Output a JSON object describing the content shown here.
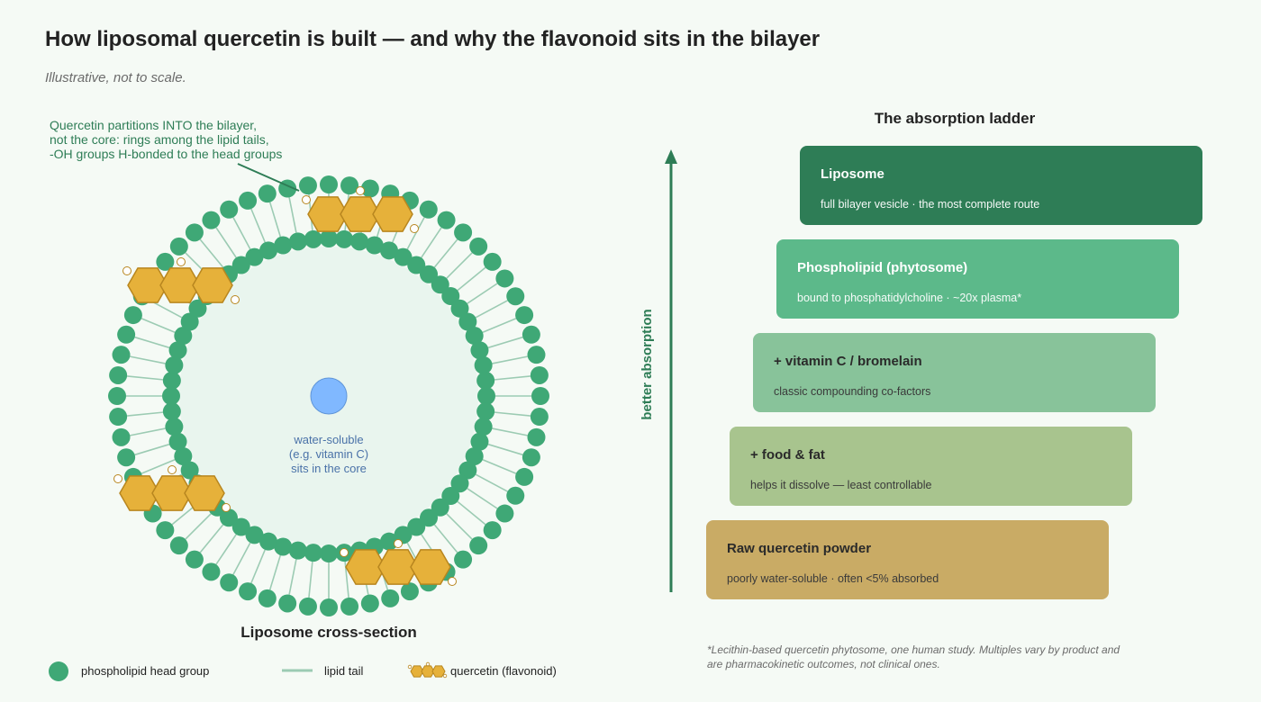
{
  "header": {
    "title": "How liposomal quercetin is built — and why the flavonoid sits in the bilayer",
    "subtitle": "Illustrative, not to scale."
  },
  "diagram": {
    "caption": "Liposome cross-section",
    "annotation_lines": [
      "Quercetin partitions INTO the bilayer,",
      "not the core: rings among the lipid tails,",
      "-OH groups H-bonded to the head groups"
    ],
    "core_label_lines": [
      "water-soluble",
      "(e.g. vitamin C)",
      "sits in the core"
    ],
    "colors": {
      "head": "#3fa876",
      "tail": "#9ccbb3",
      "core": "#e9f5ee",
      "water": "#80b8ff",
      "quercetin": "#e6b13a",
      "quercetin_stroke": "#b8861f",
      "accent": "#2e7d56",
      "core_text": "#4a72a8"
    }
  },
  "ladder": {
    "title": "The absorption ladder",
    "axis_label": "better absorption",
    "rungs": [
      {
        "name": "Liposome",
        "desc": "full bilayer vesicle · the most complete route",
        "color": "#2e7d56",
        "tone": "light"
      },
      {
        "name": "Phospholipid (phytosome)",
        "desc": "bound to phosphatidylcholine · ~20x plasma*",
        "color": "#5cb98a",
        "tone": "light"
      },
      {
        "name": "+ vitamin C / bromelain",
        "desc": "classic compounding co-factors",
        "color": "#88c39a",
        "tone": "dark"
      },
      {
        "name": "+ food & fat",
        "desc": "helps it dissolve — least controllable",
        "color": "#a8c48e",
        "tone": "dark"
      },
      {
        "name": "Raw quercetin powder",
        "desc": "poorly water-soluble · often <5% absorbed",
        "color": "#c9ab65",
        "tone": "dark"
      }
    ],
    "footnote": "*Lecithin-based quercetin phytosome, one human study. Multiples vary by product and are pharmacokinetic outcomes, not clinical ones."
  },
  "legend": {
    "head": "phospholipid head group",
    "tail": "lipid tail",
    "quercetin": "quercetin (flavonoid)"
  }
}
